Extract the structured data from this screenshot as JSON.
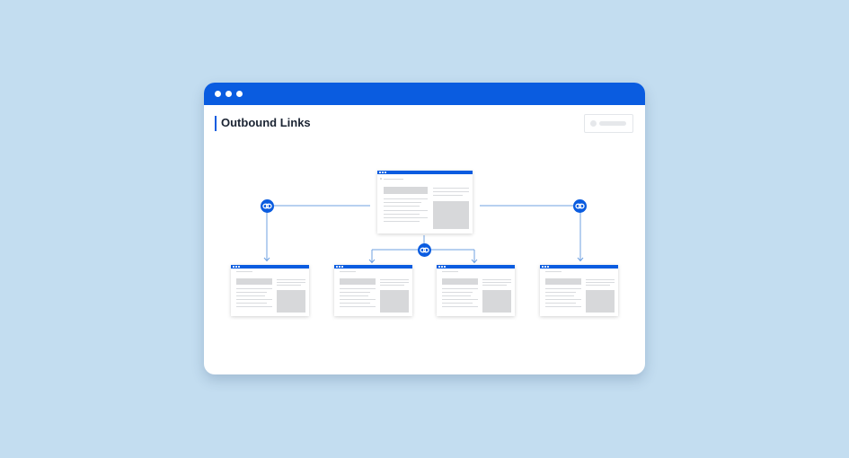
{
  "colors": {
    "background": "#c3ddf0",
    "brand": "#0a5ce0",
    "connector": "#6fa1e2",
    "placeholder": "#d7d8da"
  },
  "window": {
    "title_bar_dots": 3,
    "heading": "Outbound Links",
    "action_button_icon": "placeholder-button-icon"
  },
  "diagram": {
    "link_icon": "chain-link-icon",
    "source_page": "source-page-thumbnail",
    "target_pages": [
      "linked-page-1",
      "linked-page-2",
      "linked-page-3",
      "linked-page-4"
    ]
  }
}
